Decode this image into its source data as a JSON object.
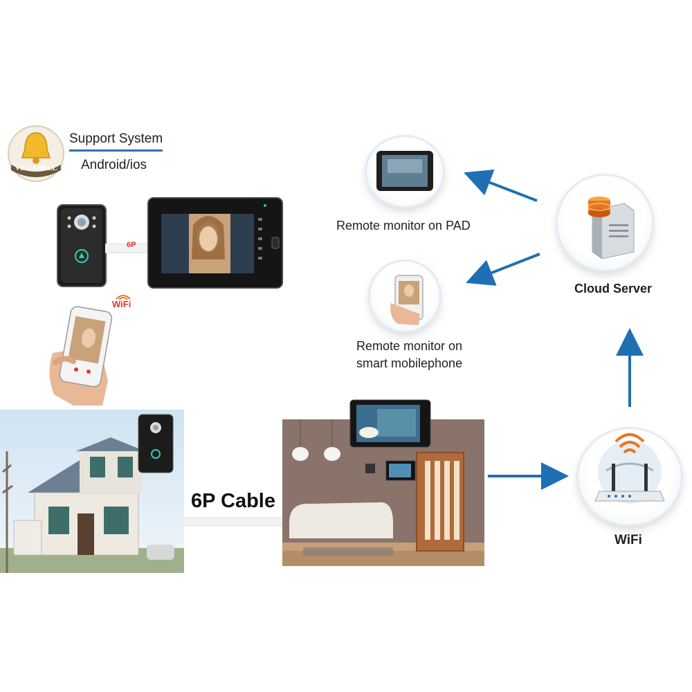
{
  "brand": {
    "logo_text": "VILLA BELL"
  },
  "support": {
    "title": "Support System",
    "platforms": "Android/ios"
  },
  "cable_small_label": "6P",
  "wifi_badge": "WiFi",
  "cable_label": "6P Cable",
  "nodes": {
    "pad": "Remote monitor on PAD",
    "phone_line1": "Remote monitor on",
    "phone_line2": "smart mobilephone",
    "cloud": "Cloud Server",
    "wifi": "WiFi"
  },
  "colors": {
    "arrow": "#1f6fb4",
    "accent_line": "#2d6fb0",
    "wifi_orange": "#e8761e"
  },
  "icons": [
    "bell-icon",
    "doorbell-camera-icon",
    "monitor-icon",
    "smartphone-icon",
    "tablet-icon",
    "server-icon",
    "router-icon",
    "house-icon",
    "room-icon"
  ]
}
